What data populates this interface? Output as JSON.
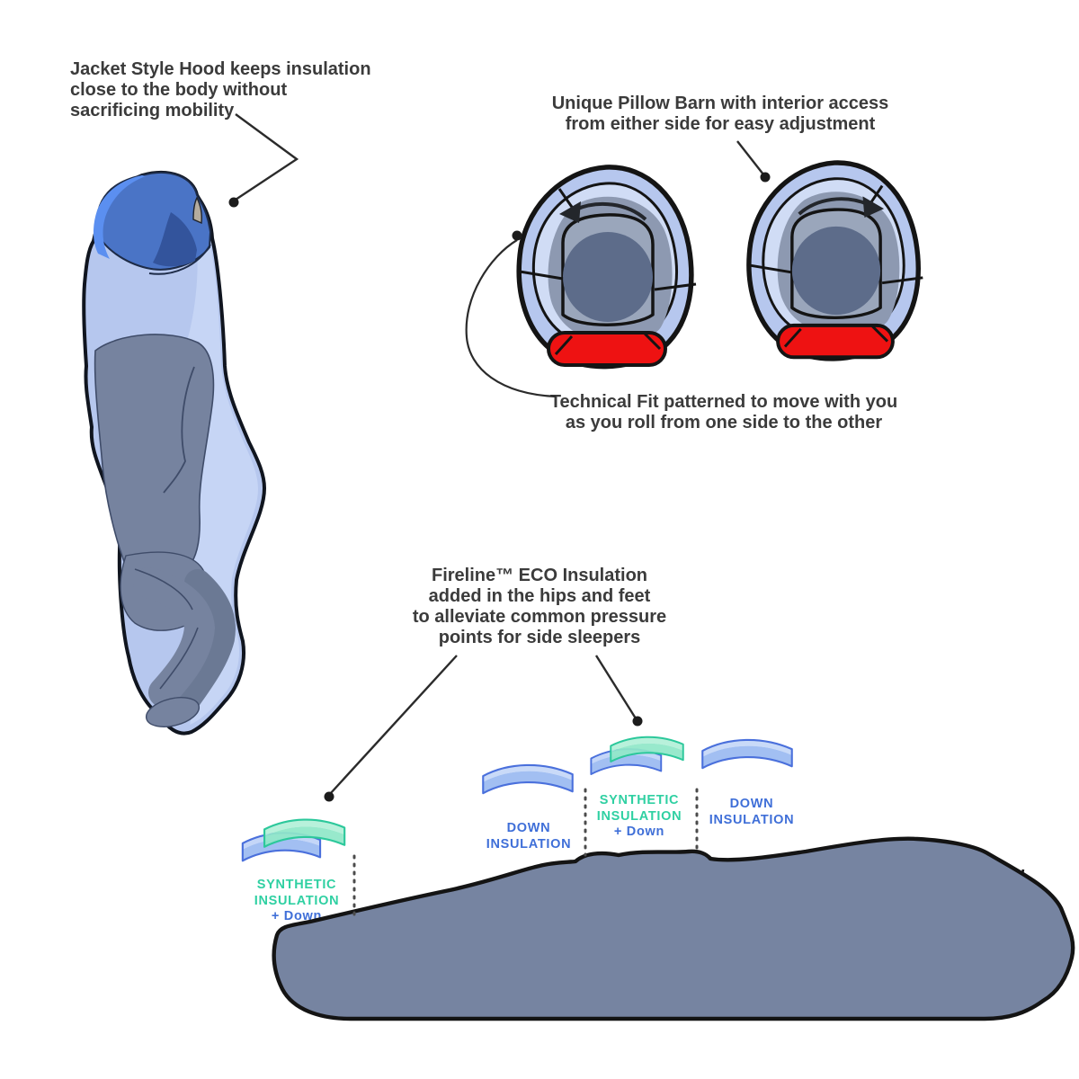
{
  "page": {
    "background": "#ffffff"
  },
  "colors": {
    "annotation_text": "#3b3b3b",
    "teal_label": "#2fd0a2",
    "blue_label": "#3f6fd8",
    "leader_line": "#2b2b2b",
    "pillow_red": "#ee1212",
    "bag_light_blue": "#b6c7ee",
    "bag_pale_blue": "#cdd9f4",
    "bag_gray": "#76839f",
    "bag_dark_gray": "#5d6c8a",
    "hood_blue": "#4a74c6",
    "hood_bright_blue": "#5b8ff0",
    "synthetic_teal_fabric": "#58d2c0",
    "wedge_green": "#8fe7c8",
    "wedge_blue": "#a2bff2"
  },
  "annotations": {
    "hood": {
      "line1": "Jacket Style Hood keeps insulation",
      "line2": "close to the body without",
      "line3": "sacrificing mobility"
    },
    "pillow_barn": {
      "line1": "Unique Pillow Barn with interior access",
      "line2": "from either side for easy adjustment"
    },
    "technical_fit": {
      "line1": "Technical Fit patterned to move with you",
      "line2": "as you roll from one side to the other"
    },
    "fireline": {
      "line1": "Fireline™ ECO Insulation",
      "line2": "added in the hips and feet",
      "line3": "to alleviate common pressure",
      "line4": "points for side sleepers"
    }
  },
  "insulation_zones": {
    "zone1": {
      "material_line1": "SYNTHETIC",
      "material_line2": "INSULATION",
      "extra": "+ Down"
    },
    "zone2": {
      "material_line1": "DOWN",
      "material_line2": "INSULATION"
    },
    "zone3": {
      "material_line1": "SYNTHETIC",
      "material_line2": "INSULATION",
      "extra": "+ Down"
    },
    "zone4": {
      "material_line1": "DOWN",
      "material_line2": "INSULATION"
    }
  },
  "legend_icons": {
    "synthetic_down_wedge": "layered wedge: green synthetic layer over blue down layer",
    "down_wedge": "single blue down layer wedge",
    "roll_left_arrow": "arrow showing roll to the left",
    "roll_right_arrow": "arrow showing roll to the right",
    "leader_dot": "black annotation dot"
  }
}
